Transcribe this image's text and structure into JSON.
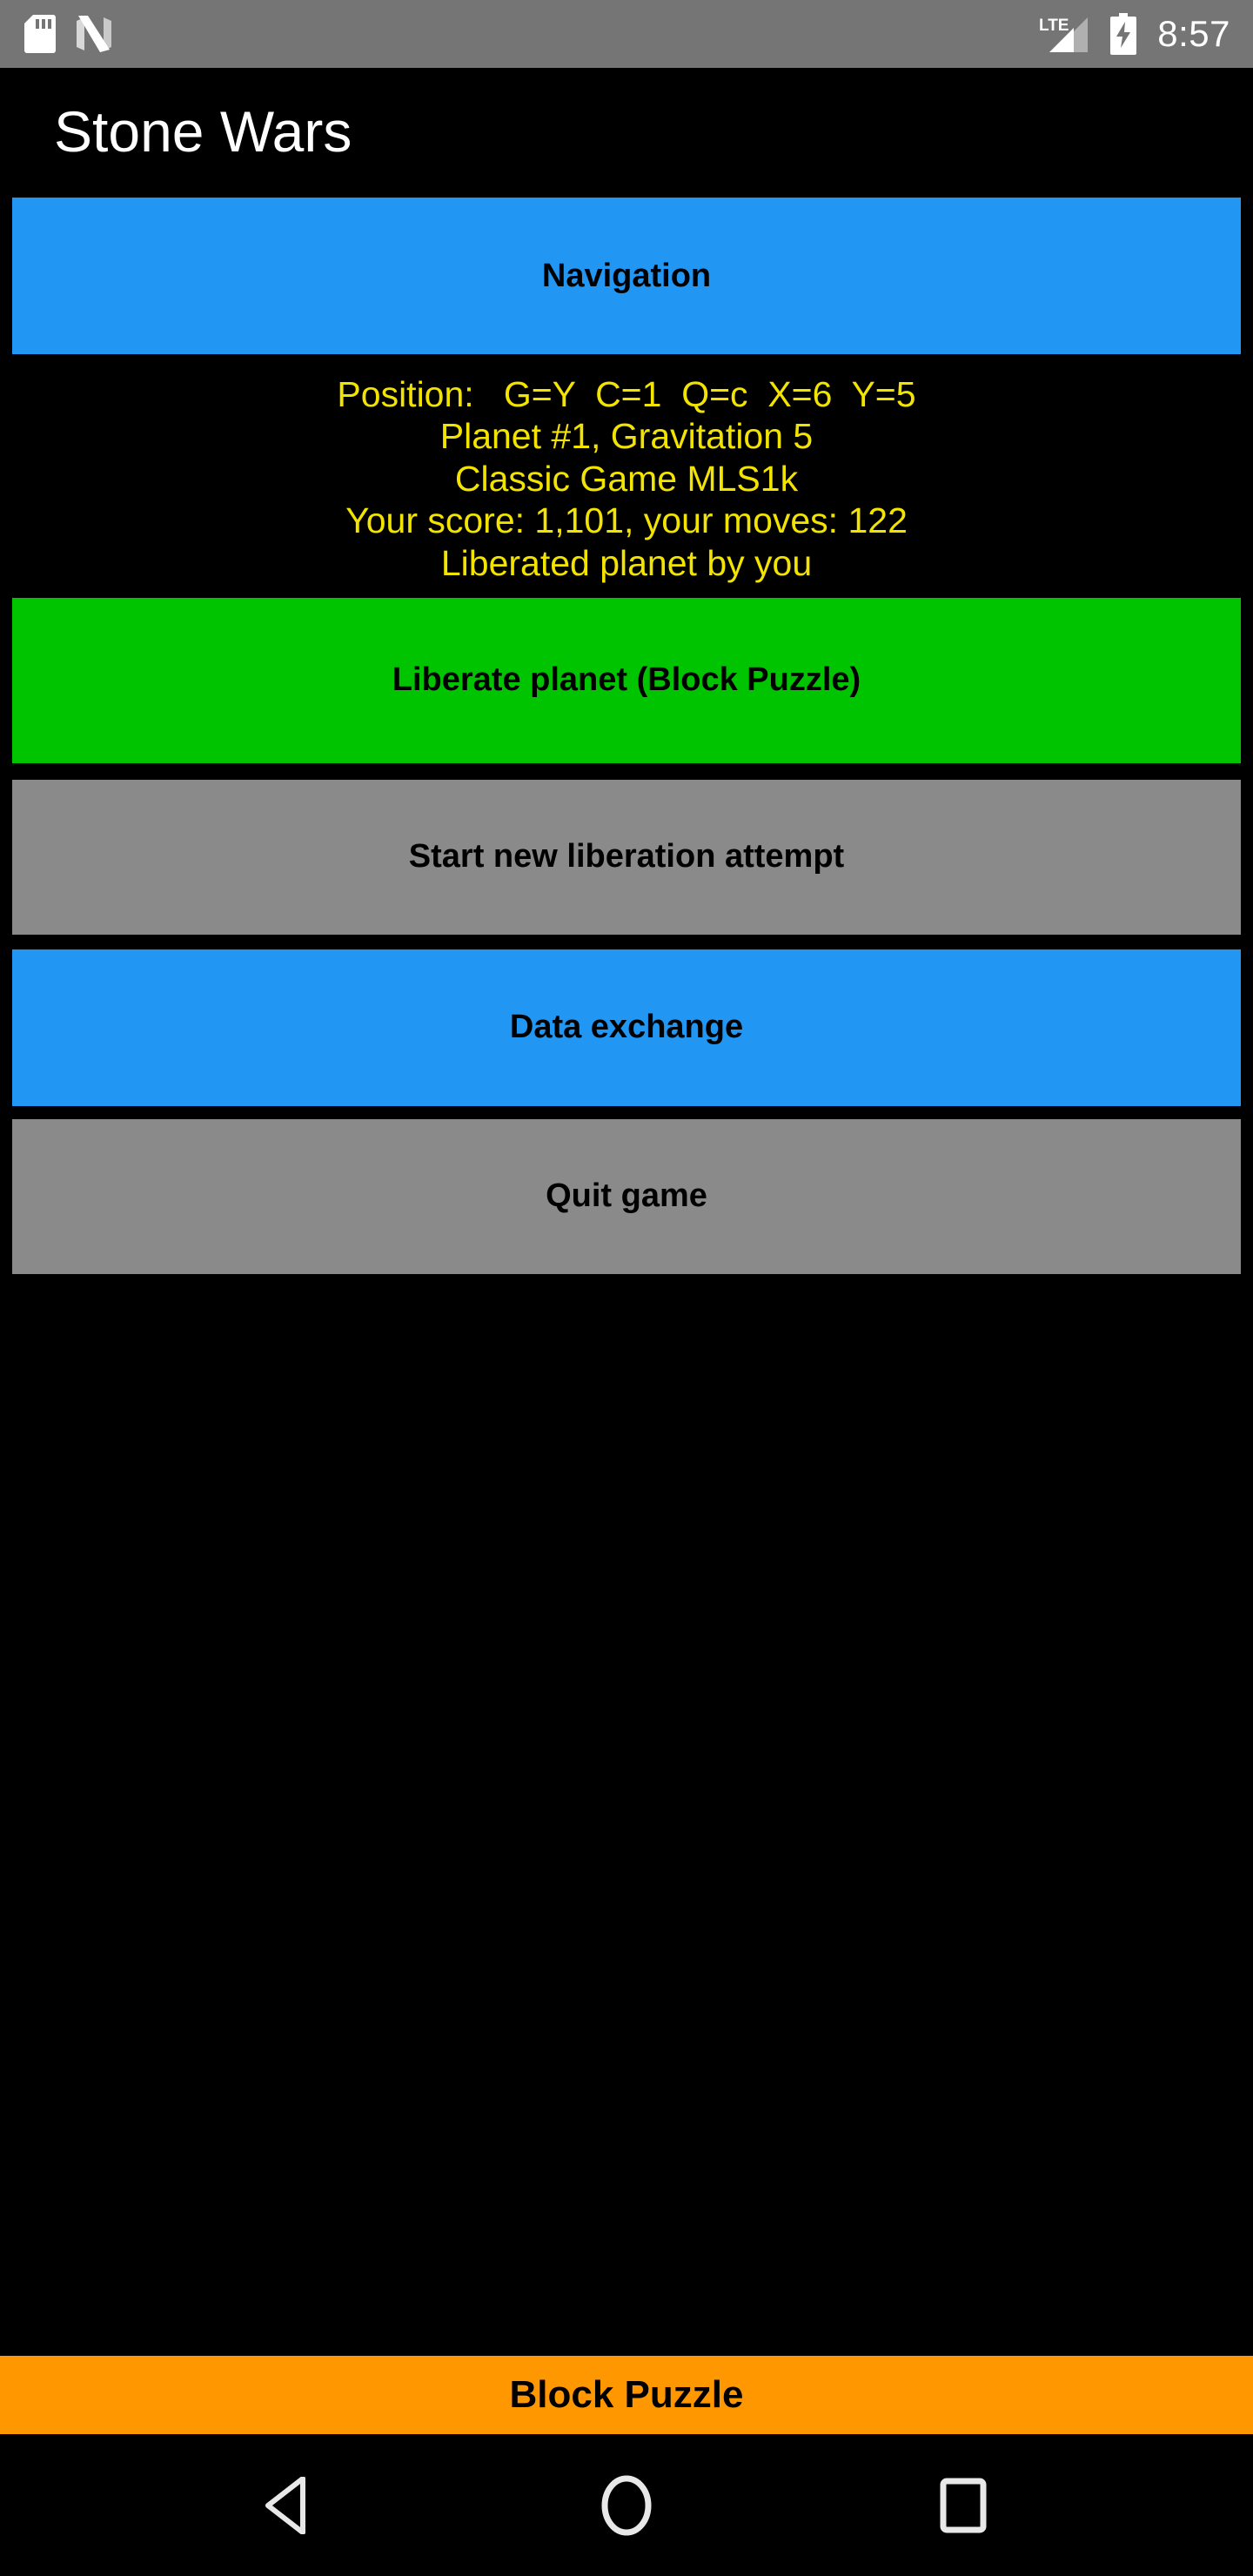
{
  "status_bar": {
    "icons_left": [
      "sd-card-icon",
      "android-nougat-icon"
    ],
    "network_label": "LTE",
    "icons_right": [
      "lte-signal-icon",
      "battery-charging-icon"
    ],
    "time": "8:57",
    "background_color": "#757575",
    "foreground_color": "#FFFFFF"
  },
  "app": {
    "title": "Stone Wars",
    "background_color": "#000000",
    "title_color": "#FFFFFF"
  },
  "nav_button": {
    "label": "Navigation",
    "color": "#2196F3"
  },
  "info": {
    "color": "#F2E300",
    "lines": [
      "Position:   G=Y  C=1  Q=c  X=6  Y=5",
      "Planet #1, Gravitation 5",
      "Classic Game MLS1k",
      "Your score: 1,101, your moves: 122",
      "Liberated planet by you"
    ],
    "position": {
      "G": "Y",
      "C": "1",
      "Q": "c",
      "X": "6",
      "Y": "5"
    },
    "planet_number": "1",
    "gravitation": "5",
    "game_mode": "Classic Game MLS1k",
    "score": "1,101",
    "moves": "122",
    "status": "Liberated planet by you"
  },
  "actions": [
    {
      "label": "Liberate planet (Block Puzzle)",
      "color": "#00C400"
    },
    {
      "label": "Start new liberation attempt",
      "color": "#8A8A8A"
    },
    {
      "label": "Data exchange",
      "color": "#2196F3"
    },
    {
      "label": "Quit game",
      "color": "#8A8A8A"
    }
  ],
  "banner": {
    "label": "Block Puzzle",
    "color": "#FF9800",
    "text_color": "#000000"
  },
  "system_nav": {
    "back": "back-triangle-icon",
    "home": "home-circle-icon",
    "recents": "recents-square-icon"
  }
}
